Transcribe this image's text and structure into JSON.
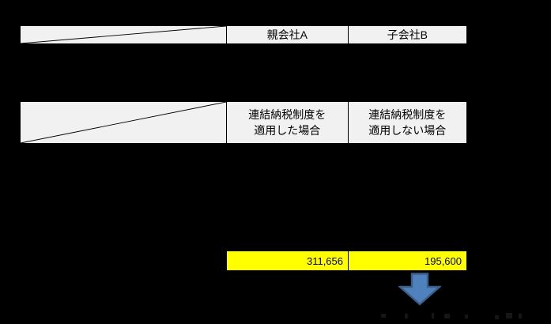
{
  "slide": {
    "background_color": "#000000"
  },
  "company_table": {
    "corner": "diagonal-blank",
    "columns": [
      {
        "label": "親会社A"
      },
      {
        "label": "子会社B"
      }
    ]
  },
  "scenario_table": {
    "corner": "diagonal-blank",
    "columns": [
      {
        "label": "連結納税制度を\n適用した場合"
      },
      {
        "label": "連結納税制度を\n適用しない場合"
      }
    ]
  },
  "amount_row": {
    "highlight_color": "#ffff00",
    "cells": [
      {
        "value": "311,656"
      },
      {
        "value": "195,600"
      }
    ]
  },
  "arrow": {
    "icon": "down-arrow",
    "fill_color": "#4f81bd",
    "stroke_color": "#3a5f8b"
  },
  "table_style": {
    "cell_background": "#f1f1f1",
    "border_color": "#000000"
  }
}
